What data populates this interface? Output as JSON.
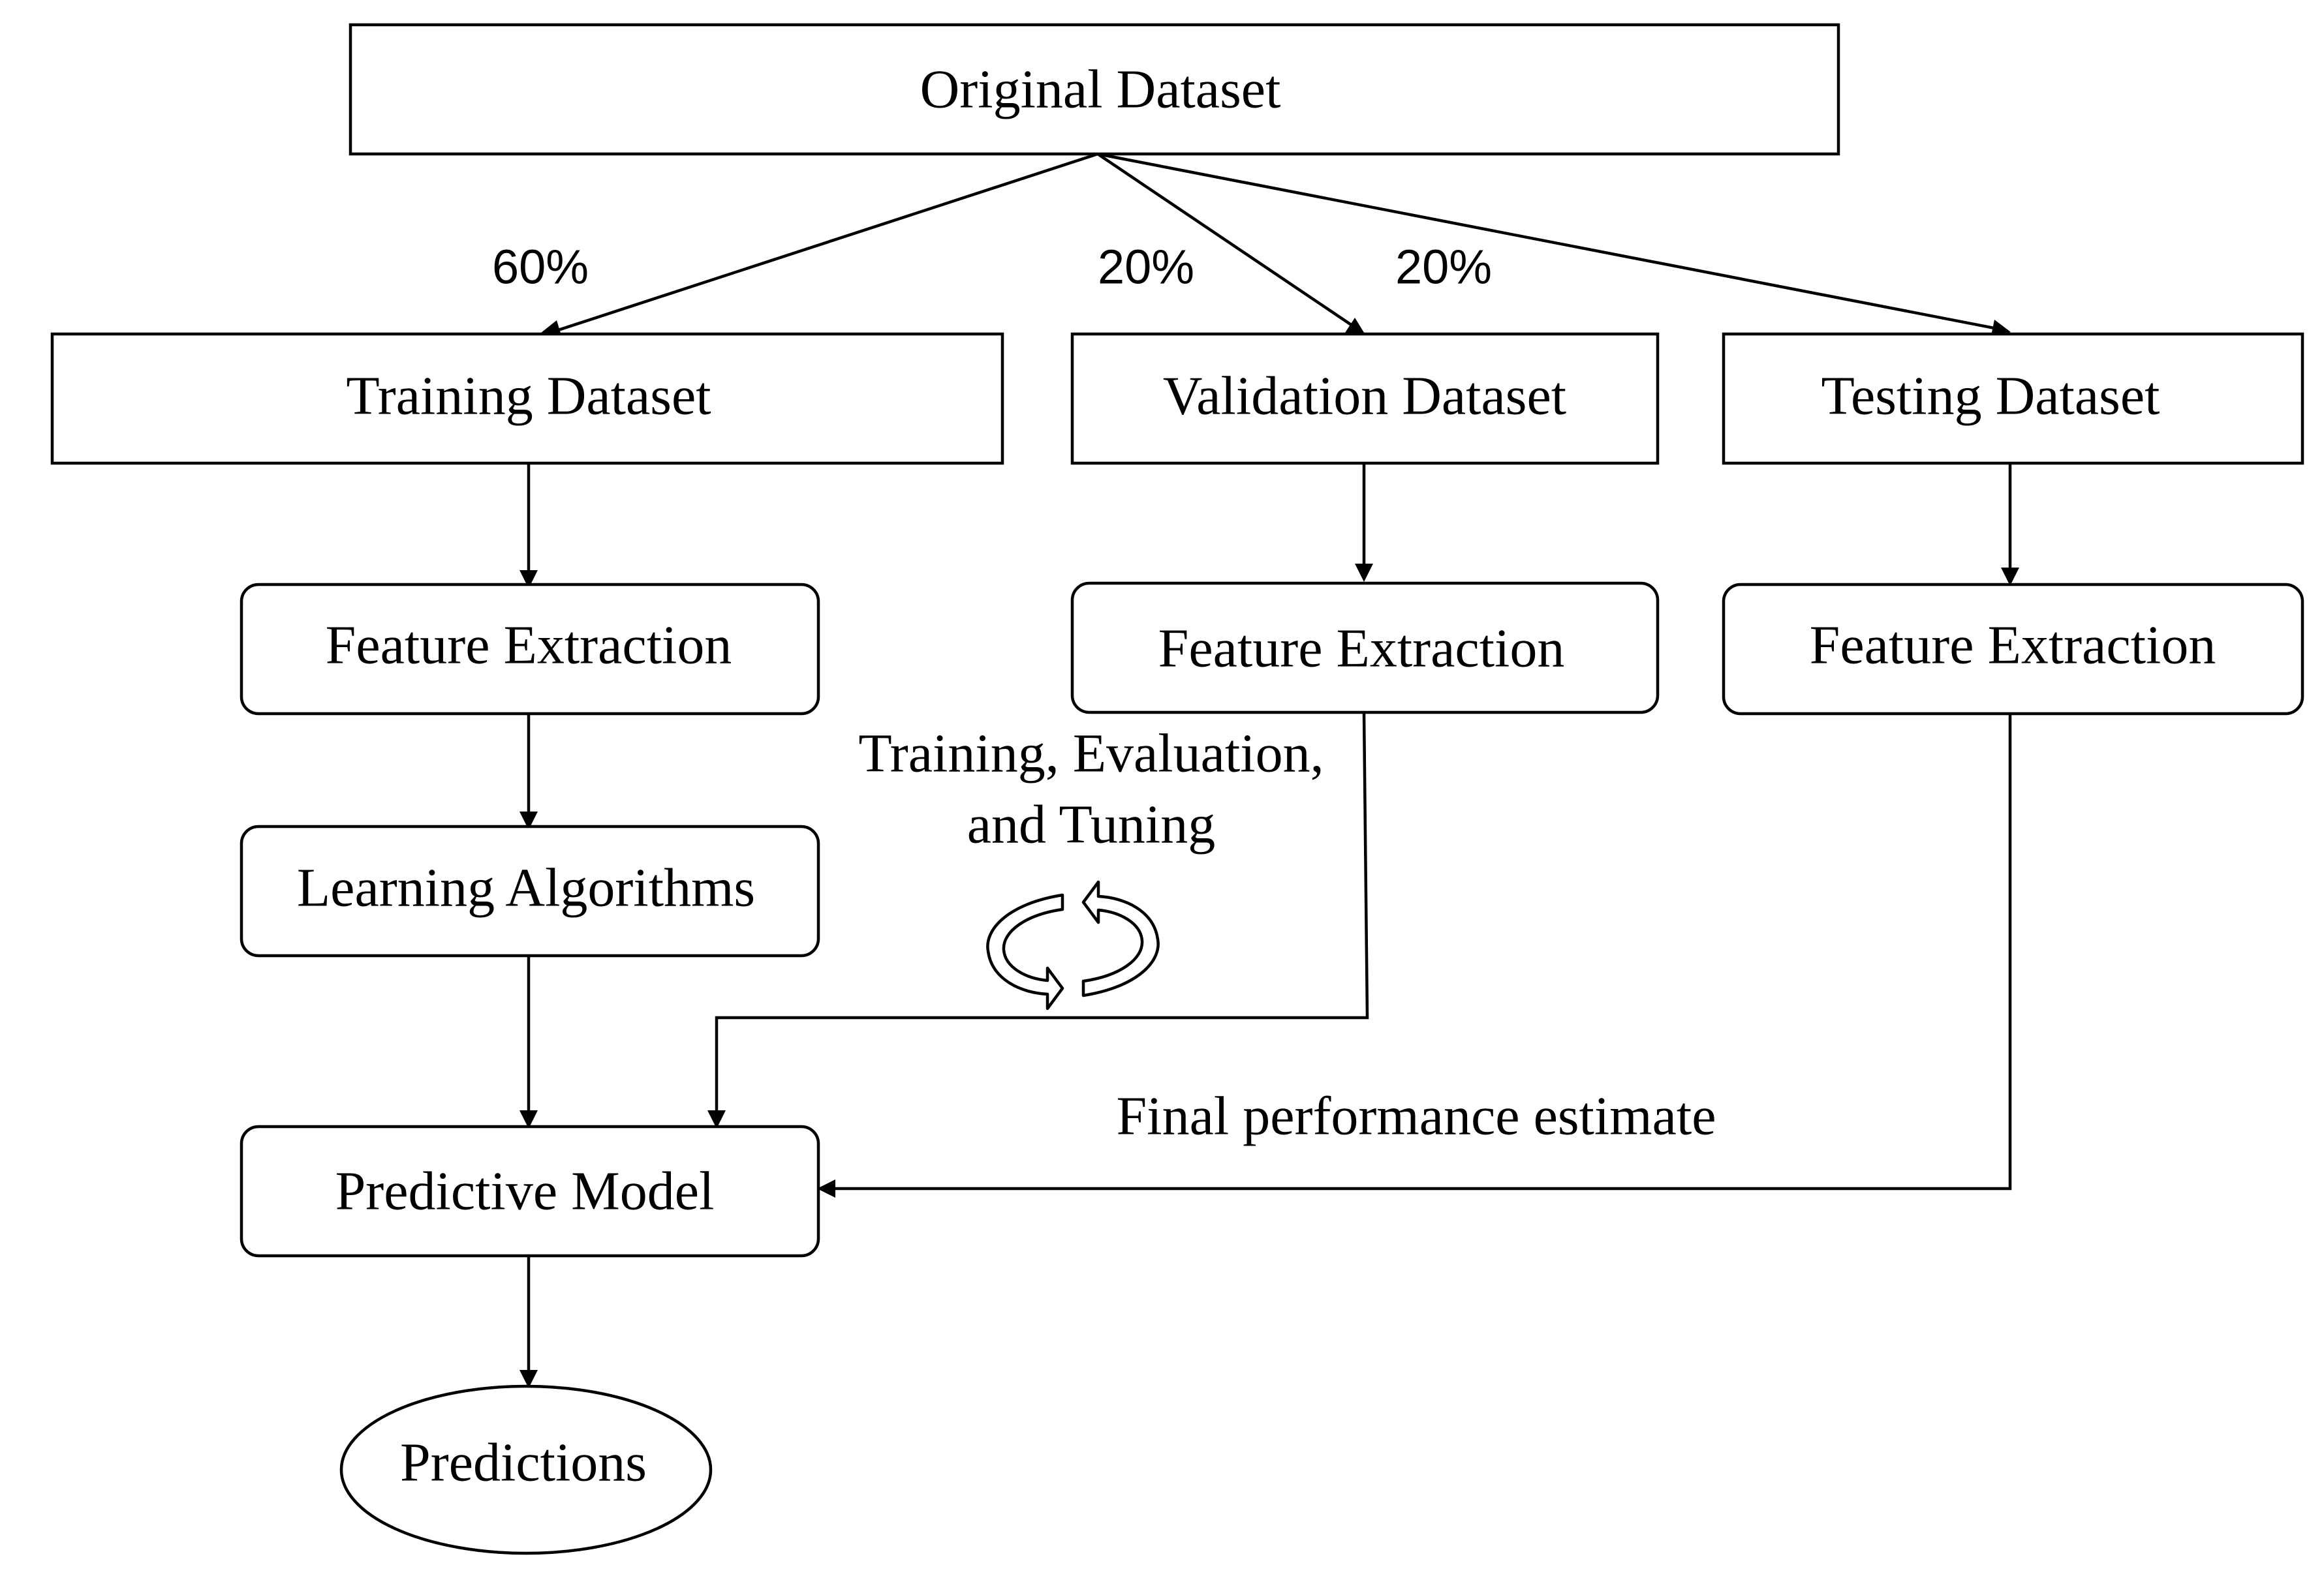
{
  "nodes": {
    "original": "Original Dataset",
    "training": "Training Dataset",
    "validation": "Validation Dataset",
    "testing": "Testing Dataset",
    "feature_train": "Feature Extraction",
    "feature_val": "Feature Extraction",
    "feature_test": "Feature Extraction",
    "learning": "Learning Algorithms",
    "model": "Predictive Model",
    "predictions": "Predictions"
  },
  "splits": {
    "training": "60%",
    "validation": "20%",
    "testing": "20%"
  },
  "annotations": {
    "tuning_line1": "Training, Evaluation,",
    "tuning_line2": "and Tuning",
    "final": "Final performance estimate"
  },
  "icons": {
    "cycle": "refresh-cycle-icon"
  }
}
